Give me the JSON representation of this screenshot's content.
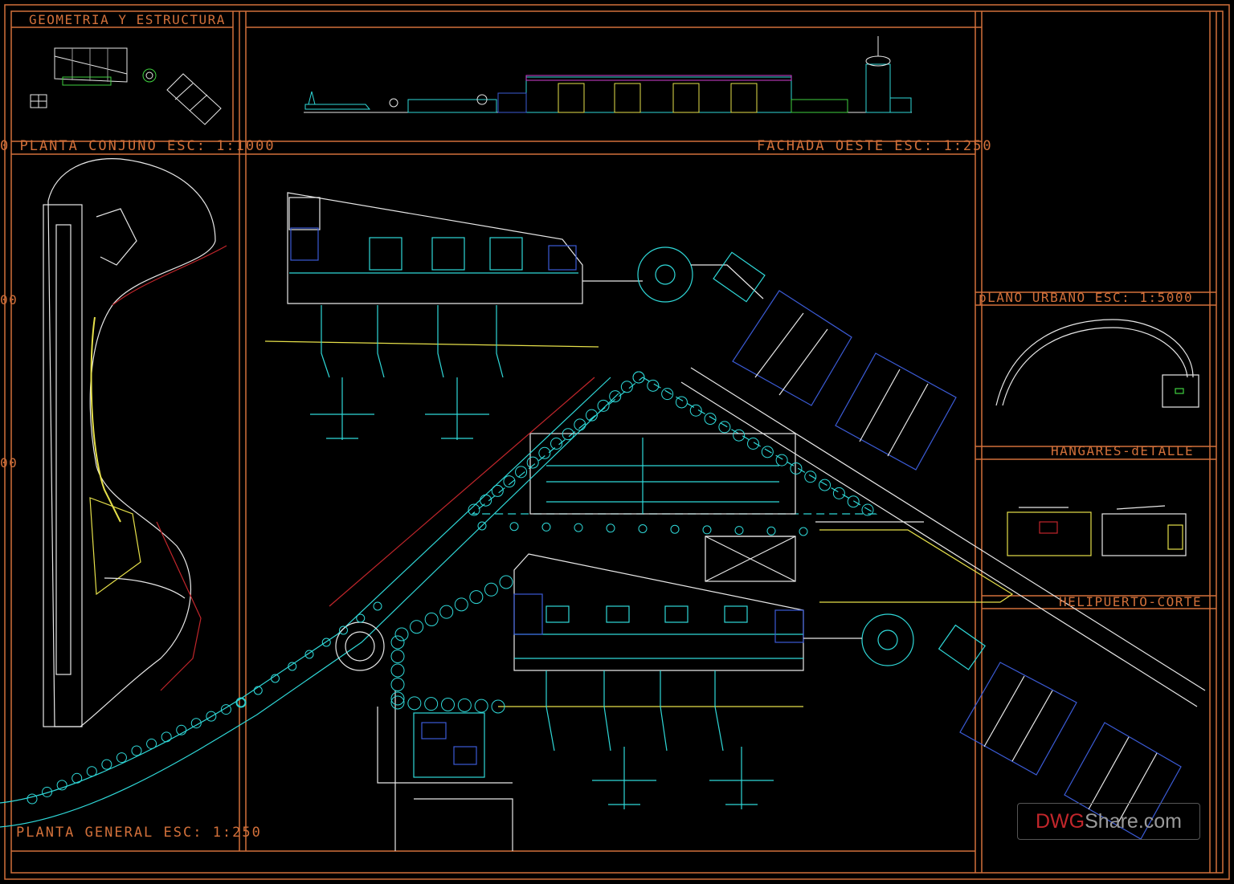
{
  "sheet": {
    "labels": {
      "geometria": "GEOMETRIA Y ESTRUCTURA",
      "planta_conjunto": "0 PLANTA CONJUNO ESC: 1:1000",
      "fachada_oeste": "FACHADA OESTE ESC: 1:250",
      "plano_urbano": "pLANO URBANO ESC: 1:5000",
      "hangares": "HANGARES-dETALLE",
      "helipuerto": "HELIPUERTO-CORTE",
      "planta_general": "PLANTA GENERAL ESC: 1:250",
      "edge_a": "00",
      "edge_b": "00"
    },
    "watermark": {
      "brand": "DWG",
      "rest": "Share.com"
    }
  },
  "colors": {
    "frame": "#d2703a",
    "cyan": "#2fd8d8",
    "yellow": "#e6e04a",
    "white": "#e8e8e8",
    "red": "#c2262b",
    "blue": "#3b5bd6",
    "green": "#3fd13f",
    "magenta": "#d23fd2"
  }
}
